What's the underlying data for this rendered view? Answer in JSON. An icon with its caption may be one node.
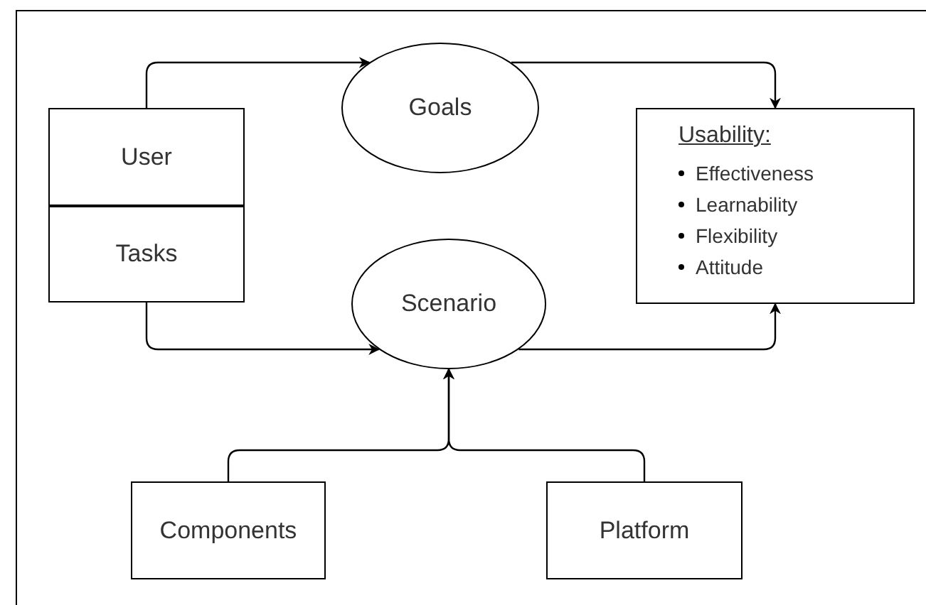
{
  "diagram": {
    "nodes": [
      {
        "text": [
          "User"
        ]
      },
      {
        "text": [
          "Tasks"
        ]
      },
      {
        "text": [
          "Goals"
        ]
      },
      {
        "text": [
          "Usability:",
          "Effectiveness",
          "Learnability",
          "Flexibility",
          "Attitude"
        ]
      },
      {
        "text": [
          "Scenario"
        ]
      },
      {
        "text": [
          "Components"
        ]
      },
      {
        "text": [
          "Platform"
        ]
      }
    ],
    "edges": [
      {
        "from": 0,
        "to": 2,
        "arrow": "to"
      },
      {
        "from": 2,
        "to": 3,
        "arrow": "to"
      },
      {
        "from": 1,
        "to": 4,
        "arrow": "to"
      },
      {
        "from": 4,
        "to": 3,
        "arrow": "to"
      },
      {
        "from": 5,
        "to": 4,
        "arrow": "to"
      },
      {
        "from": 6,
        "to": 4,
        "arrow": "to"
      }
    ]
  }
}
